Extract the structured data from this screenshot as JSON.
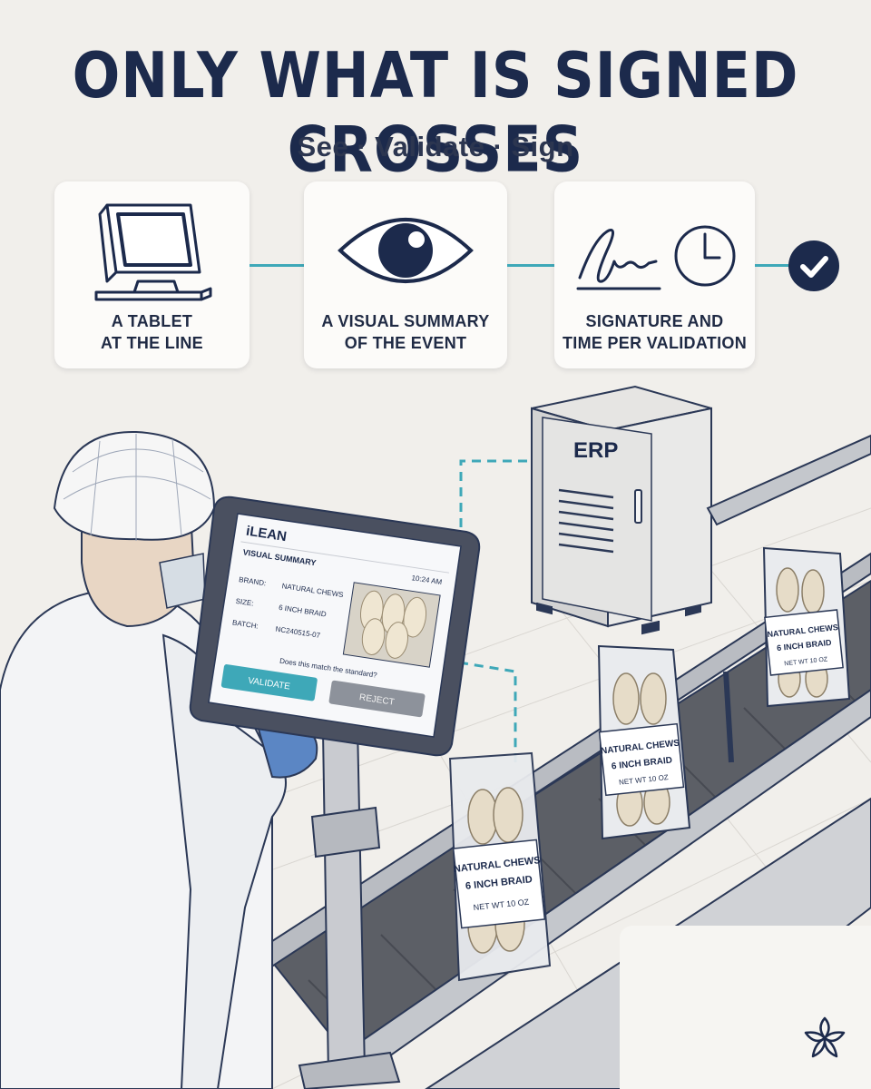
{
  "header": {
    "title": "ONLY WHAT IS SIGNED CROSSES",
    "subtitle": "See · Validate · Sign"
  },
  "steps": [
    {
      "icon": "tablet-icon",
      "line1": "A TABLET",
      "line2": "AT THE LINE"
    },
    {
      "icon": "eye-icon",
      "line1": "A VISUAL SUMMARY",
      "line2": "OF THE EVENT"
    },
    {
      "icon": "signature-clock-icon",
      "line1": "SIGNATURE AND",
      "line2": "TIME PER VALIDATION"
    }
  ],
  "final_icon": "check-circle-icon",
  "erp": {
    "label": "ERP"
  },
  "tablet_screen": {
    "app_name": "iLEAN",
    "section": "VISUAL SUMMARY",
    "time": "10:24 AM",
    "fields": [
      {
        "label": "BRAND:",
        "value": "NATURAL CHEWS"
      },
      {
        "label": "SIZE:",
        "value": "6 INCH BRAID"
      },
      {
        "label": "BATCH:",
        "value": "NC240515-07"
      }
    ],
    "question": "Does this match the standard?",
    "validate_label": "VALIDATE",
    "reject_label": "REJECT"
  },
  "package": {
    "line1": "NATURAL CHEWS",
    "line2": "6 INCH BRAID",
    "line3": "NET WT 10 OZ"
  },
  "colors": {
    "navy": "#1c2a4c",
    "teal": "#3ea8b8",
    "background": "#f1efeb",
    "card": "#fcfbf9"
  },
  "logo_icon": "flower-logo-icon"
}
